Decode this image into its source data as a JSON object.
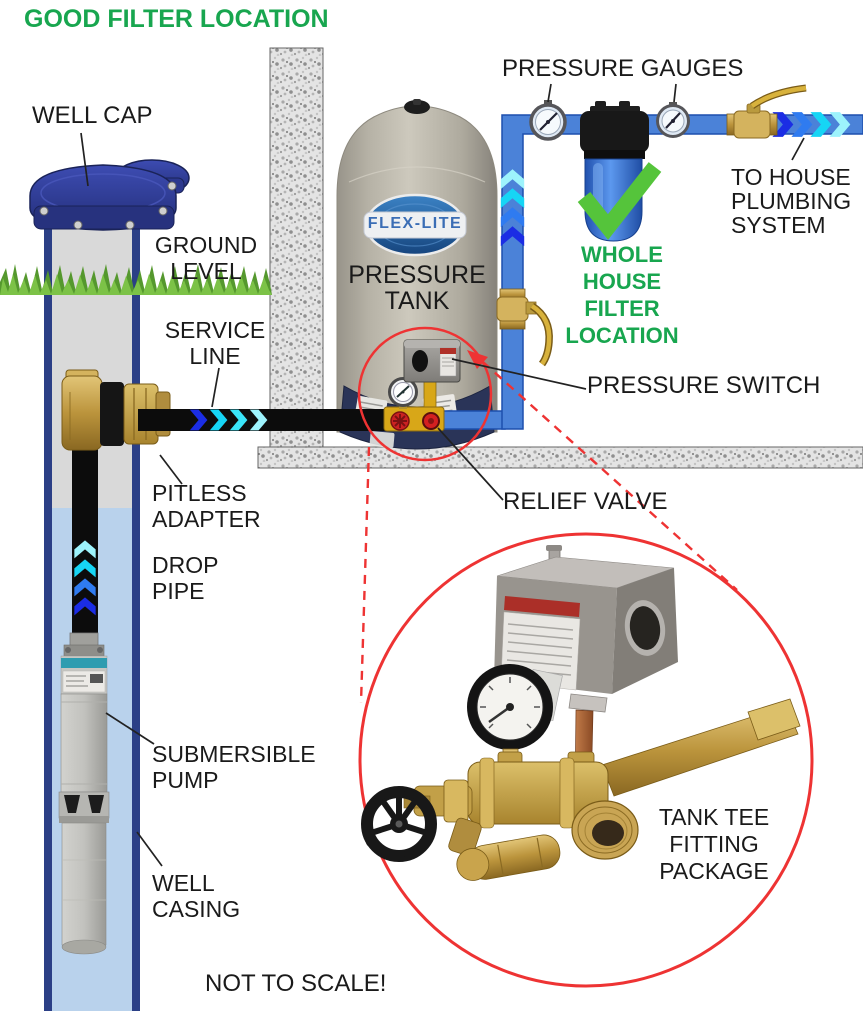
{
  "title": "GOOD FILTER LOCATION",
  "footnote": "NOT TO SCALE!",
  "tank": {
    "logo": "FLEX-LITE",
    "label": [
      "PRESSURE",
      "TANK"
    ]
  },
  "labels": {
    "well_cap": "WELL CAP",
    "ground_level": [
      "GROUND",
      "LEVEL"
    ],
    "service_line": [
      "SERVICE",
      "LINE"
    ],
    "pitless_adapter": [
      "PITLESS",
      "ADAPTER"
    ],
    "drop_pipe": [
      "DROP",
      "PIPE"
    ],
    "submersible_pump": [
      "SUBMERSIBLE",
      "PUMP"
    ],
    "well_casing": [
      "WELL",
      "CASING"
    ],
    "pressure_gauges": "PRESSURE GAUGES",
    "to_house_plumbing": [
      "TO HOUSE",
      "PLUMBING",
      "SYSTEM"
    ],
    "whole_house_filter": [
      "WHOLE",
      "HOUSE",
      "FILTER",
      "LOCATION"
    ],
    "pressure_switch": "PRESSURE SWITCH",
    "relief_valve": "RELIEF VALVE",
    "tank_tee_fitting": [
      "TANK TEE",
      "FITTING",
      "PACKAGE"
    ]
  },
  "colors": {
    "title_green": "#18a64f",
    "check_green": "#55c43b",
    "highlight_red": "#ee3333",
    "pipe_blue": "#4b82d8",
    "pipe_blue_dark": "#1d4fae",
    "flow_dark_blue": "#1b2de4",
    "flow_blue": "#2f7bf0",
    "flow_cyan": "#16d5f5",
    "flow_pale_cyan": "#9df3fc",
    "label_black": "#1a1a1a",
    "brass": "#c09a44",
    "tank_beige": "#bdb9ad",
    "tank_base_navy": "#2a3458",
    "well_cap_blue": "#2e3c9a",
    "casing_navy": "#2b3f86",
    "water_blue": "#b9d2ec"
  }
}
